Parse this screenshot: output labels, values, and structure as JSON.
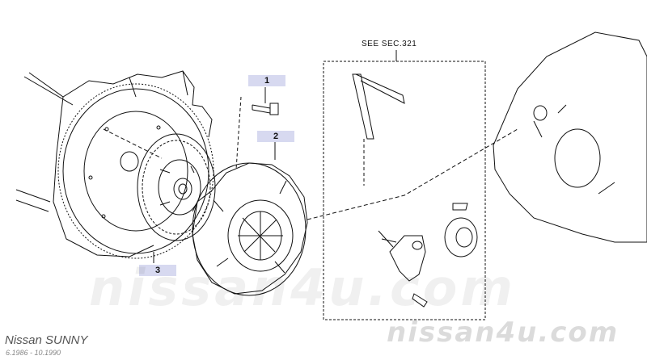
{
  "callouts": {
    "part_1": "1",
    "part_2": "2",
    "part_3": "3"
  },
  "section_reference": "SEE SEC.321",
  "watermark_center": "nissan4u.com",
  "watermark_bottom": "nissan4u.com",
  "vehicle": {
    "model": "Nissan SUNNY",
    "production_range": "6.1986 - 10.1990"
  },
  "colors": {
    "line": "#111111",
    "callout_bg": "#d7d9f0",
    "watermark": "#cccccc"
  }
}
